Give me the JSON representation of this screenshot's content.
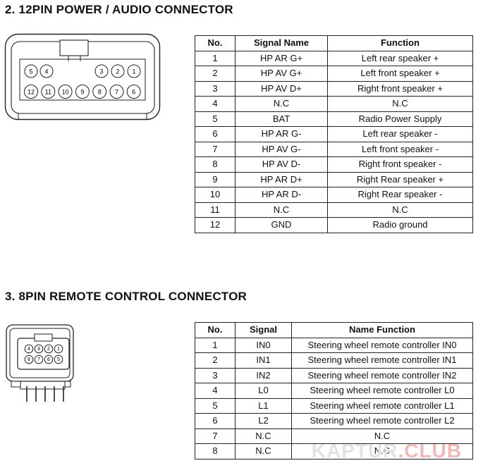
{
  "section1": {
    "title": "2. 12PIN POWER / AUDIO CONNECTOR",
    "headers": {
      "no": "No.",
      "signal": "Signal Name",
      "function": "Function"
    },
    "rows": [
      {
        "no": "1",
        "signal": "HP AR G+",
        "function": "Left rear speaker +"
      },
      {
        "no": "2",
        "signal": "HP AV G+",
        "function": "Left front speaker +"
      },
      {
        "no": "3",
        "signal": "HP AV D+",
        "function": "Right front speaker +"
      },
      {
        "no": "4",
        "signal": "N.C",
        "function": "N.C"
      },
      {
        "no": "5",
        "signal": "BAT",
        "function": "Radio Power Supply"
      },
      {
        "no": "6",
        "signal": "HP AR G-",
        "function": "Left rear speaker -"
      },
      {
        "no": "7",
        "signal": "HP AV G-",
        "function": "Left front speaker -"
      },
      {
        "no": "8",
        "signal": "HP AV D-",
        "function": "Right front speaker -"
      },
      {
        "no": "9",
        "signal": "HP AR D+",
        "function": "Right Rear speaker +"
      },
      {
        "no": "10",
        "signal": "HP AR D-",
        "function": "Right Rear speaker -"
      },
      {
        "no": "11",
        "signal": "N.C",
        "function": "N.C"
      },
      {
        "no": "12",
        "signal": "GND",
        "function": "Radio ground"
      }
    ],
    "connector_pins": {
      "top_left": [
        "5",
        "4"
      ],
      "top_right": [
        "3",
        "2",
        "1"
      ],
      "bottom": [
        "12",
        "11",
        "10",
        "9",
        "8",
        "7",
        "6"
      ]
    }
  },
  "section2": {
    "title": "3. 8PIN REMOTE CONTROL CONNECTOR",
    "headers": {
      "no": "No.",
      "signal": "Signal",
      "function": "Name Function"
    },
    "rows": [
      {
        "no": "1",
        "signal": "IN0",
        "function": "Steering wheel remote controller IN0"
      },
      {
        "no": "2",
        "signal": "IN1",
        "function": "Steering wheel remote controller IN1"
      },
      {
        "no": "3",
        "signal": "IN2",
        "function": "Steering wheel remote controller IN2"
      },
      {
        "no": "4",
        "signal": "L0",
        "function": "Steering wheel remote controller L0"
      },
      {
        "no": "5",
        "signal": "L1",
        "function": "Steering wheel remote controller L1"
      },
      {
        "no": "6",
        "signal": "L2",
        "function": "Steering wheel remote controller L2"
      },
      {
        "no": "7",
        "signal": "N.C",
        "function": "N.C"
      },
      {
        "no": "8",
        "signal": "N.C",
        "function": "N.C"
      }
    ],
    "connector_pins": {
      "top": [
        "4",
        "3",
        "2",
        "1"
      ],
      "bottom": [
        "8",
        "7",
        "6",
        "5"
      ]
    }
  },
  "watermark": {
    "part1": "KAPTUR",
    "part2": ".CLUB"
  }
}
